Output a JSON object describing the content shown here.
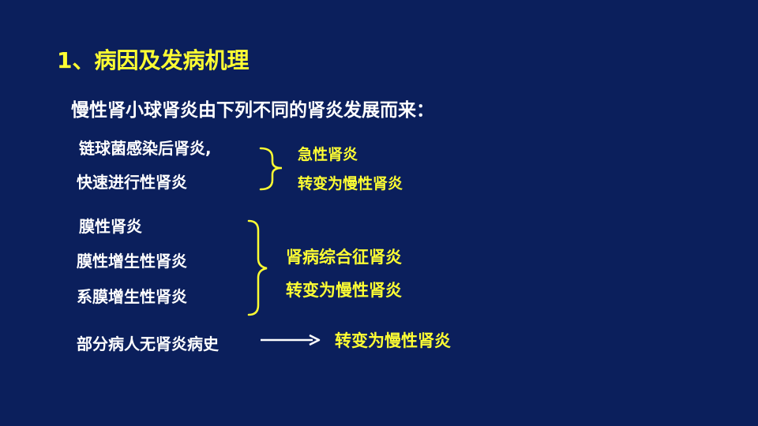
{
  "title": "1、病因及发病机理",
  "subtitle": "慢性肾小球肾炎由下列不同的肾炎发展而来：",
  "group1": {
    "causes": [
      "链球菌感染后肾炎,",
      "快速进行性肾炎"
    ],
    "outcomes": [
      "急性肾炎",
      "转变为慢性肾炎"
    ]
  },
  "group2": {
    "causes": [
      "膜性肾炎",
      "膜性增生性肾炎",
      "系膜增生性肾炎"
    ],
    "outcomes": [
      "肾病综合征肾炎",
      "转变为慢性肾炎"
    ]
  },
  "group3": {
    "cause": "部分病人无肾炎病史",
    "outcome": "转变为慢性肾炎"
  },
  "colors": {
    "background": "#0b1f5c",
    "highlight": "#ffff33",
    "text": "#ffffff"
  }
}
